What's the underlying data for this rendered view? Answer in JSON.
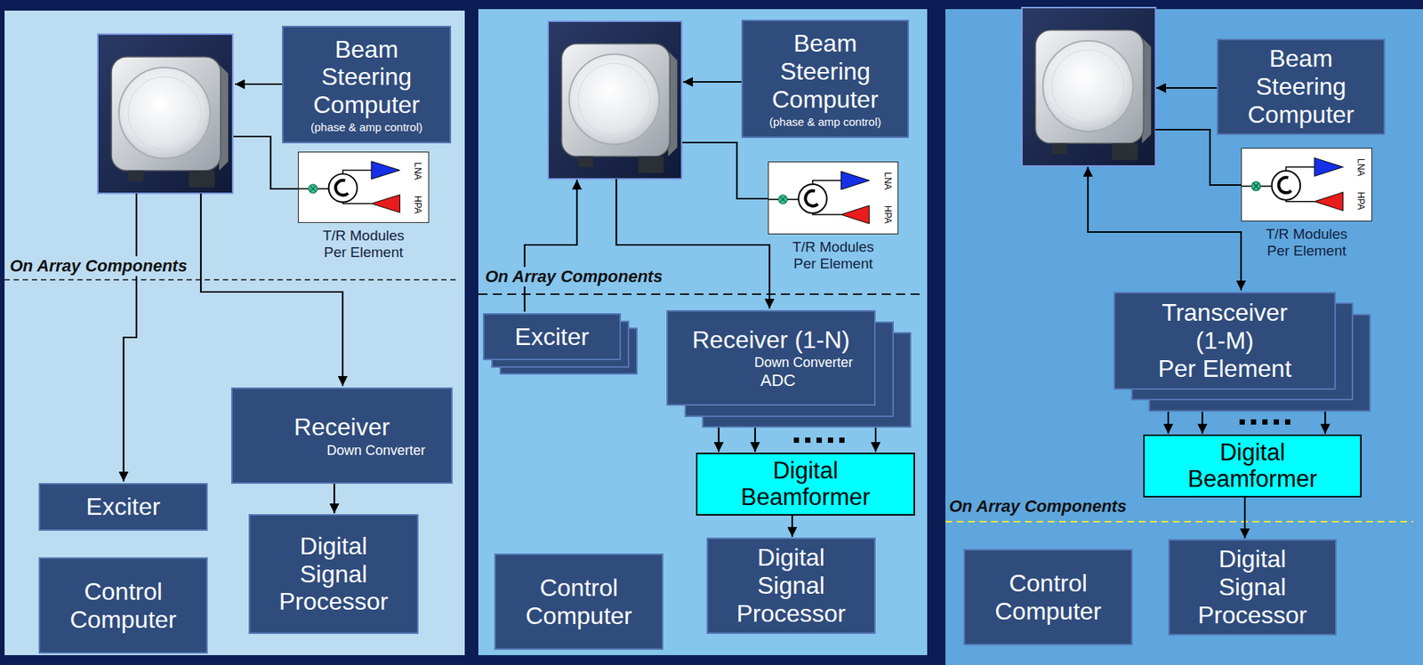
{
  "diagram": {
    "nodes": [
      {
        "text": [
          "Beam Steering Computer",
          "(phase & amp control)"
        ]
      },
      {
        "text": [
          "LNA",
          "HPA",
          "T/R Modules Per Element"
        ]
      },
      {
        "text": [
          "Receiver",
          "Down Converter"
        ]
      },
      {
        "text": [
          "Exciter"
        ]
      },
      {
        "text": [
          "Digital Signal Processor"
        ]
      },
      {
        "text": [
          "Control Computer"
        ]
      },
      {
        "text": [
          "Beam Steering Computer",
          "(phase & amp control)"
        ]
      },
      {
        "text": [
          "LNA",
          "HPA",
          "T/R Modules Per Element"
        ]
      },
      {
        "text": [
          "Exciter"
        ]
      },
      {
        "text": [
          "Receiver (1-N)",
          "Down Converter",
          "ADC"
        ]
      },
      {
        "text": [
          "Digital Beamformer"
        ]
      },
      {
        "text": [
          "Control Computer"
        ]
      },
      {
        "text": [
          "Digital Signal Processor"
        ]
      },
      {
        "text": [
          "Beam Steering Computer"
        ]
      },
      {
        "text": [
          "LNA",
          "HPA",
          "T/R Modules Per Element"
        ]
      },
      {
        "text": [
          "Transceiver",
          "(1-M)",
          "Per Element"
        ]
      },
      {
        "text": [
          "Digital Beamformer"
        ]
      },
      {
        "text": [
          "Control Computer"
        ]
      },
      {
        "text": [
          "Digital Signal Processor"
        ]
      }
    ],
    "edges": [
      {
        "from": 2,
        "to": 4,
        "arrow": "to"
      },
      {
        "from": 9,
        "to": 10,
        "arrow": "to"
      },
      {
        "from": 10,
        "to": 12,
        "arrow": "to"
      },
      {
        "from": 15,
        "to": 16,
        "arrow": "to"
      },
      {
        "from": 16,
        "to": 18,
        "arrow": "to"
      }
    ],
    "labels": [
      "On Array Components",
      "On Array Components",
      "On Array Components"
    ]
  }
}
